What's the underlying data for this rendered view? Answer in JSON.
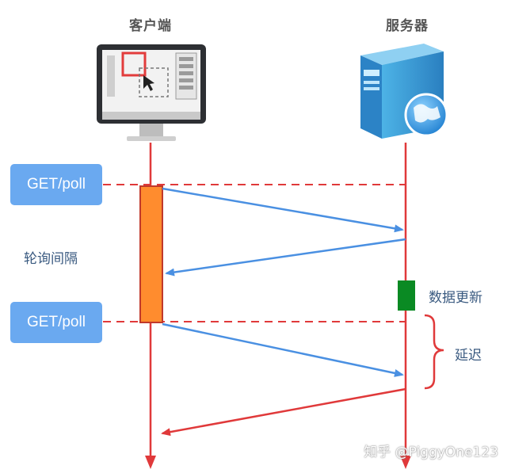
{
  "headers": {
    "client": "客户端",
    "server": "服务器"
  },
  "requests": [
    "GET/poll",
    "GET/poll"
  ],
  "labels": {
    "interval": "轮询间隔",
    "data_update": "数据更新",
    "delay": "延迟"
  },
  "watermark": "知乎 @PiggyOne123",
  "colors": {
    "timeline": "#e0393a",
    "request_arrow": "#4a90e2",
    "response_red": "#e0393a",
    "interval_bar": "#ff8c2e",
    "update_bar": "#0a8a23",
    "pill": "#6aa9f0"
  },
  "icons": {
    "client": "monitor-icon",
    "server": "server-globe-icon"
  }
}
